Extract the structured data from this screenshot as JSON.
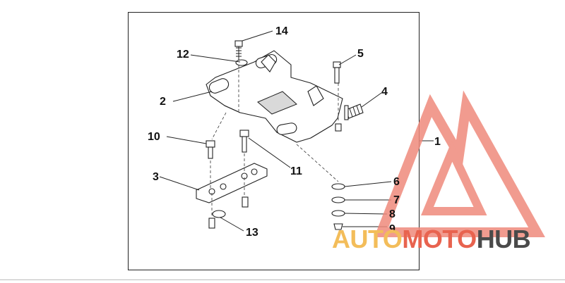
{
  "callouts": [
    {
      "id": "c1",
      "text": "1"
    },
    {
      "id": "c2",
      "text": "2"
    },
    {
      "id": "c3",
      "text": "3"
    },
    {
      "id": "c4",
      "text": "4"
    },
    {
      "id": "c5",
      "text": "5"
    },
    {
      "id": "c6",
      "text": "6"
    },
    {
      "id": "c7",
      "text": "7"
    },
    {
      "id": "c8",
      "text": "8"
    },
    {
      "id": "c9",
      "text": "9"
    },
    {
      "id": "c10",
      "text": "10"
    },
    {
      "id": "c11",
      "text": "11"
    },
    {
      "id": "c12",
      "text": "12"
    },
    {
      "id": "c13",
      "text": "13"
    },
    {
      "id": "c14",
      "text": "14"
    }
  ],
  "watermark": {
    "part1": "AUTO",
    "part2": "MOTO",
    "part3": "HUB",
    "color_light": "#f3bd5a",
    "color_mid": "#e8634f",
    "color_dark": "#4a4a4a",
    "triangle_color": "#ef8a7c"
  }
}
